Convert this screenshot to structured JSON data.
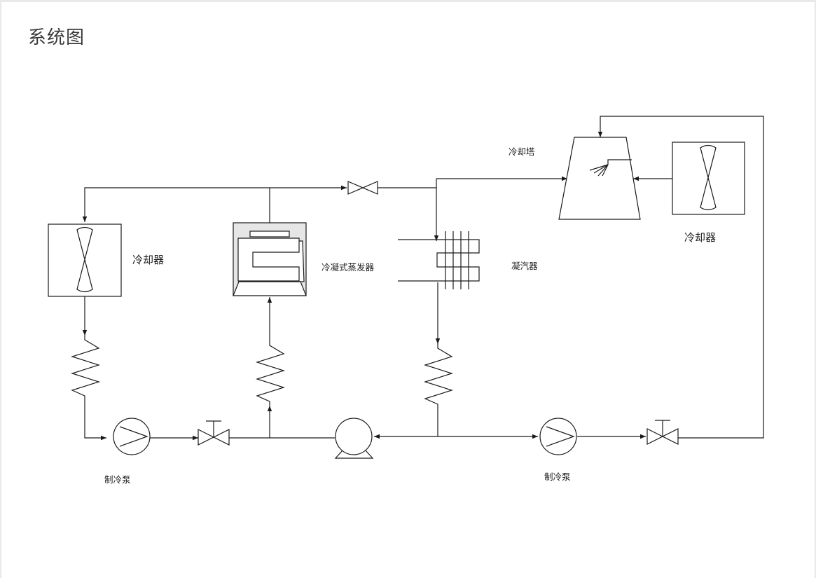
{
  "page": {
    "title": "系统图"
  },
  "labels": {
    "cooler_left": "冷却器",
    "cooler_right": "冷却器",
    "evaporative_condenser": "冷凝式蒸发器",
    "condenser": "凝汽器",
    "cooling_tower": "冷却塔",
    "pump_left": "制冷泵",
    "pump_right": "制冷泵"
  },
  "colors": {
    "line": "#1a1a1a",
    "evaporator_fill": "#e6e6e6",
    "background": "#ffffff"
  }
}
